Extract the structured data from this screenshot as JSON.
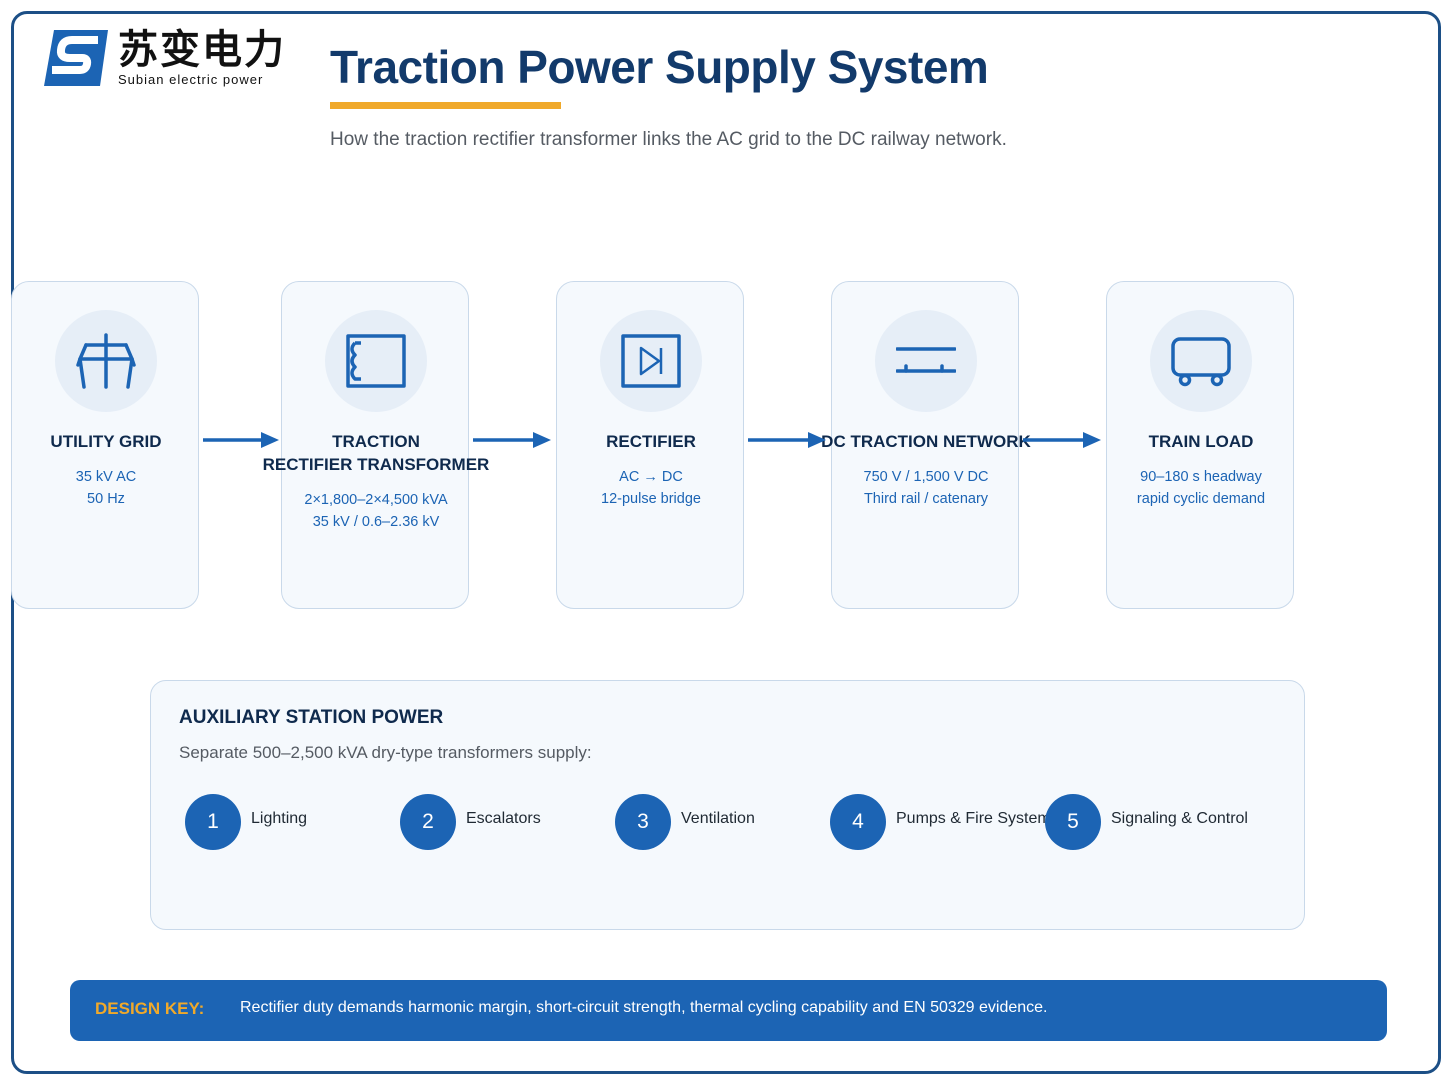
{
  "brand": {
    "name_cn": "苏变电力",
    "name_en": "Subian electric power",
    "colors": {
      "primary": "#1c64b4",
      "dark": "#123a6b",
      "accent": "#f0a92a"
    }
  },
  "header": {
    "title": "Traction Power Supply System",
    "subtitle": "How the traction rectifier transformer links the AC grid to the DC railway network."
  },
  "stages": [
    {
      "icon": "utility-pylon-icon",
      "title_lines": [
        "UTILITY GRID"
      ],
      "details": [
        "35 kV AC",
        "50 Hz"
      ]
    },
    {
      "icon": "transformer-coil-icon",
      "title_lines": [
        "TRACTION",
        "RECTIFIER TRANSFORMER"
      ],
      "details": [
        "2×1,800–2×4,500 kVA",
        "35 kV / 0.6–2.36 kV"
      ]
    },
    {
      "icon": "rectifier-diode-icon",
      "title_lines": [
        "RECTIFIER"
      ],
      "details": [
        "AC → DC",
        "12-pulse bridge"
      ]
    },
    {
      "icon": "rail-network-icon",
      "title_lines": [
        "DC TRACTION NETWORK"
      ],
      "details": [
        "750 V / 1,500 V DC",
        "Third rail / catenary"
      ]
    },
    {
      "icon": "train-car-icon",
      "title_lines": [
        "TRAIN LOAD"
      ],
      "details": [
        "90–180 s headway",
        "rapid cyclic demand"
      ]
    }
  ],
  "auxiliary": {
    "title": "AUXILIARY STATION POWER",
    "subtitle": "Separate 500–2,500 kVA dry-type transformers supply:",
    "items": [
      {
        "num": "1",
        "label": "Lighting"
      },
      {
        "num": "2",
        "label": "Escalators"
      },
      {
        "num": "3",
        "label": "Ventilation"
      },
      {
        "num": "4",
        "label": "Pumps & Fire Systems"
      },
      {
        "num": "5",
        "label": "Signaling & Control"
      }
    ]
  },
  "design_key": {
    "label": "DESIGN KEY:",
    "text": "Rectifier duty demands harmonic margin, short-circuit strength, thermal cycling capability and EN 50329 evidence."
  }
}
